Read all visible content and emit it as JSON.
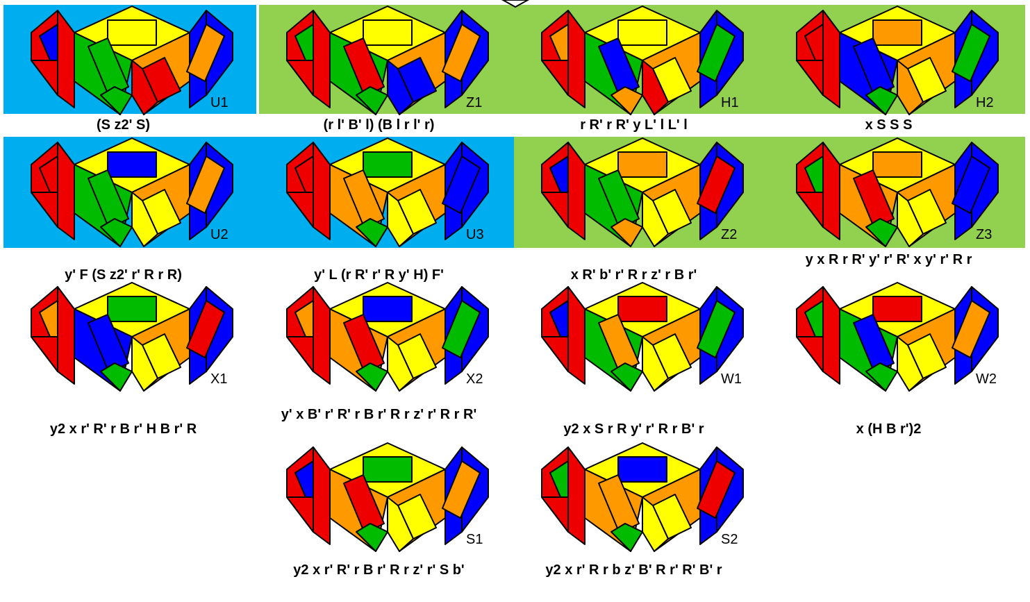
{
  "colors": {
    "yellow": "#ffff00",
    "green": "#00bb00",
    "red": "#ee0000",
    "blue": "#0000ff",
    "orange": "#ff9900",
    "bg_blue": "#00aeef",
    "bg_green": "#92d050"
  },
  "cases": [
    {
      "id": "U1",
      "alg": "(S z2' S)",
      "top": "yellow",
      "left": {
        "t": "red",
        "m": "blue",
        "b": "red"
      },
      "front": {
        "t": "green",
        "m": "green",
        "b": "green"
      },
      "right_front": {
        "t": "red",
        "m": "red",
        "b": "orange"
      },
      "right": {
        "t": "blue",
        "m": "orange",
        "b": "blue"
      }
    },
    {
      "id": "Z1",
      "alg": "(r l' B' l) (B l r l' r)",
      "top": "yellow",
      "left": {
        "t": "red",
        "m": "green",
        "b": "red"
      },
      "front": {
        "t": "green",
        "m": "red",
        "b": "green"
      },
      "right_front": {
        "t": "blue",
        "m": "blue",
        "b": "orange"
      },
      "right": {
        "t": "blue",
        "m": "orange",
        "b": "blue"
      }
    },
    {
      "id": "H1",
      "alg": "r R' r R' y L' l L' l",
      "top": "yellow",
      "left": {
        "t": "red",
        "m": "orange",
        "b": "red"
      },
      "front": {
        "t": "green",
        "m": "blue",
        "b": "orange"
      },
      "right_front": {
        "t": "red",
        "m": "yellow",
        "b": "orange"
      },
      "right": {
        "t": "blue",
        "m": "green",
        "b": "blue"
      }
    },
    {
      "id": "H2",
      "alg": "x S S S",
      "top": "orange",
      "left": {
        "t": "red",
        "m": "red",
        "b": "red"
      },
      "front": {
        "t": "blue",
        "m": "blue",
        "b": "green"
      },
      "right_front": {
        "t": "orange",
        "m": "yellow",
        "b": "orange"
      },
      "right": {
        "t": "blue",
        "m": "green",
        "b": "blue"
      }
    },
    {
      "id": "U2",
      "alg": "y' F (S z2' r' R r R)",
      "top": "blue",
      "left": {
        "t": "red",
        "m": "red",
        "b": "red"
      },
      "front": {
        "t": "green",
        "m": "green",
        "b": "green"
      },
      "right_front": {
        "t": "yellow",
        "m": "yellow",
        "b": "orange"
      },
      "right": {
        "t": "blue",
        "m": "orange",
        "b": "blue"
      }
    },
    {
      "id": "U3",
      "alg": "y' L (r R' r' R y' H) F'",
      "top": "green",
      "left": {
        "t": "red",
        "m": "red",
        "b": "red"
      },
      "front": {
        "t": "orange",
        "m": "orange",
        "b": "green"
      },
      "right_front": {
        "t": "yellow",
        "m": "yellow",
        "b": "orange"
      },
      "right": {
        "t": "blue",
        "m": "blue",
        "b": "blue"
      }
    },
    {
      "id": "Z2",
      "alg": "x R' b' r' R r z' r B r'",
      "top": "orange",
      "left": {
        "t": "red",
        "m": "blue",
        "b": "red"
      },
      "front": {
        "t": "green",
        "m": "green",
        "b": "orange"
      },
      "right_front": {
        "t": "yellow",
        "m": "yellow",
        "b": "orange"
      },
      "right": {
        "t": "blue",
        "m": "red",
        "b": "blue"
      }
    },
    {
      "id": "Z3",
      "alg": "y x R r R' y' r' R' x y' r' R r",
      "top": "orange",
      "left": {
        "t": "red",
        "m": "green",
        "b": "red"
      },
      "front": {
        "t": "orange",
        "m": "red",
        "b": "green"
      },
      "right_front": {
        "t": "yellow",
        "m": "yellow",
        "b": "orange"
      },
      "right": {
        "t": "blue",
        "m": "blue",
        "b": "blue"
      }
    },
    {
      "id": "X1",
      "alg": "y2 x r' R' r B r' H B r' R",
      "top": "green",
      "left": {
        "t": "red",
        "m": "orange",
        "b": "red"
      },
      "front": {
        "t": "blue",
        "m": "blue",
        "b": "green"
      },
      "right_front": {
        "t": "yellow",
        "m": "yellow",
        "b": "orange"
      },
      "right": {
        "t": "blue",
        "m": "red",
        "b": "blue"
      }
    },
    {
      "id": "X2",
      "alg": "y' x B' r' R' r B r' R r z' r' R r R'",
      "top": "blue",
      "left": {
        "t": "red",
        "m": "orange",
        "b": "red"
      },
      "front": {
        "t": "orange",
        "m": "red",
        "b": "green"
      },
      "right_front": {
        "t": "yellow",
        "m": "yellow",
        "b": "orange"
      },
      "right": {
        "t": "blue",
        "m": "green",
        "b": "blue"
      }
    },
    {
      "id": "W1",
      "alg": "y2 x S r R y' r' R r B' r",
      "top": "red",
      "left": {
        "t": "red",
        "m": "blue",
        "b": "red"
      },
      "front": {
        "t": "green",
        "m": "orange",
        "b": "green"
      },
      "right_front": {
        "t": "yellow",
        "m": "yellow",
        "b": "orange"
      },
      "right": {
        "t": "blue",
        "m": "green",
        "b": "blue"
      }
    },
    {
      "id": "W2",
      "alg": "x (H B r')2",
      "top": "red",
      "left": {
        "t": "red",
        "m": "green",
        "b": "red"
      },
      "front": {
        "t": "green",
        "m": "blue",
        "b": "green"
      },
      "right_front": {
        "t": "yellow",
        "m": "yellow",
        "b": "orange"
      },
      "right": {
        "t": "blue",
        "m": "orange",
        "b": "blue"
      }
    },
    {
      "id": "S1",
      "alg": "y2 x r' R' r B r' R r z' r' S b'",
      "top": "green",
      "left": {
        "t": "red",
        "m": "blue",
        "b": "red"
      },
      "front": {
        "t": "orange",
        "m": "red",
        "b": "green"
      },
      "right_front": {
        "t": "yellow",
        "m": "yellow",
        "b": "orange"
      },
      "right": {
        "t": "blue",
        "m": "orange",
        "b": "blue"
      }
    },
    {
      "id": "S2",
      "alg": "y2 x r' R r b z' B' R r' R' B' r",
      "top": "blue",
      "left": {
        "t": "red",
        "m": "green",
        "b": "red"
      },
      "front": {
        "t": "orange",
        "m": "orange",
        "b": "green"
      },
      "right_front": {
        "t": "yellow",
        "m": "yellow",
        "b": "orange"
      },
      "right": {
        "t": "blue",
        "m": "red",
        "b": "blue"
      }
    }
  ]
}
